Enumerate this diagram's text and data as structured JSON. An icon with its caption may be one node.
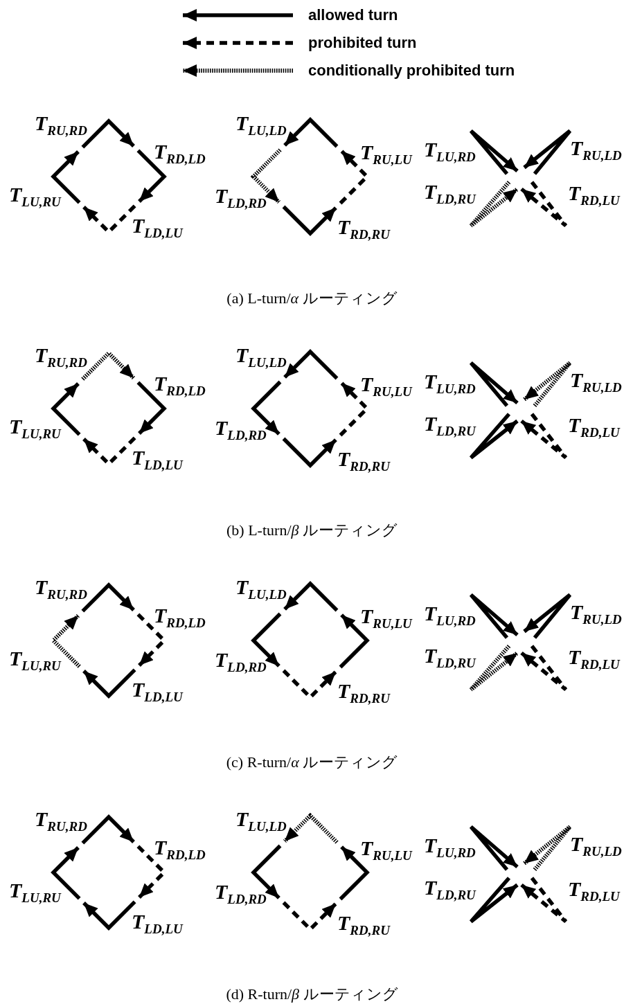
{
  "diagram": {
    "labels": [
      "T$_{RU,RD}$",
      "T$_{RD,LD}$",
      "T$_{LU,RU}$",
      "T$_{LD,LU}$",
      "T$_{LU,LD}$",
      "T$_{RU,LU}$",
      "T$_{LD,RD}$",
      "T$_{RD,RU}$",
      "T$_{LU,RD}$",
      "T$_{RU,LD}$",
      "T$_{LD,RU}$",
      "T$_{RD,LU}$",
      "(a) L-turn/*α* ルーティング",
      "T$_{RU,RD}$",
      "T$_{RD,LD}$",
      "T$_{LU,RU}$",
      "T$_{LD,LU}$",
      "T$_{LU,LD}$",
      "T$_{RU,LU}$",
      "T$_{LD,RD}$",
      "T$_{RD,RU}$",
      "T$_{LU,RD}$",
      "T$_{RU,LD}$",
      "T$_{LD,RU}$",
      "T$_{RD,LU}$",
      "(b) L-turn/*β* ルーティング",
      "T$_{RU,RD}$",
      "T$_{RD,LD}$",
      "T$_{LU,RU}$",
      "T$_{LD,LU}$",
      "T$_{LU,LD}$",
      "T$_{RU,LU}$",
      "T$_{LD,RD}$",
      "T$_{RD,RU}$",
      "T$_{LU,RD}$",
      "T$_{RU,LD}$",
      "T$_{LD,RU}$",
      "T$_{RD,LU}$",
      "(c) R-turn/*α* ルーティング",
      "T$_{RU,RD}$",
      "T$_{RD,LD}$",
      "T$_{LU,RU}$",
      "T$_{LD,LU}$",
      "T$_{LU,LD}$",
      "T$_{RU,LU}$",
      "T$_{LD,RD}$",
      "T$_{RD,RU}$",
      "T$_{LU,RD}$",
      "T$_{RU,LD}$",
      "T$_{LD,RU}$",
      "T$_{RD,LU}$",
      "(d) R-turn/*β* ルーティング"
    ],
    "legend": [
      {
        "text": "allowed turn"
      },
      {
        "text": "prohibited turn"
      },
      {
        "text": "conditionally prohibited turn"
      }
    ]
  }
}
